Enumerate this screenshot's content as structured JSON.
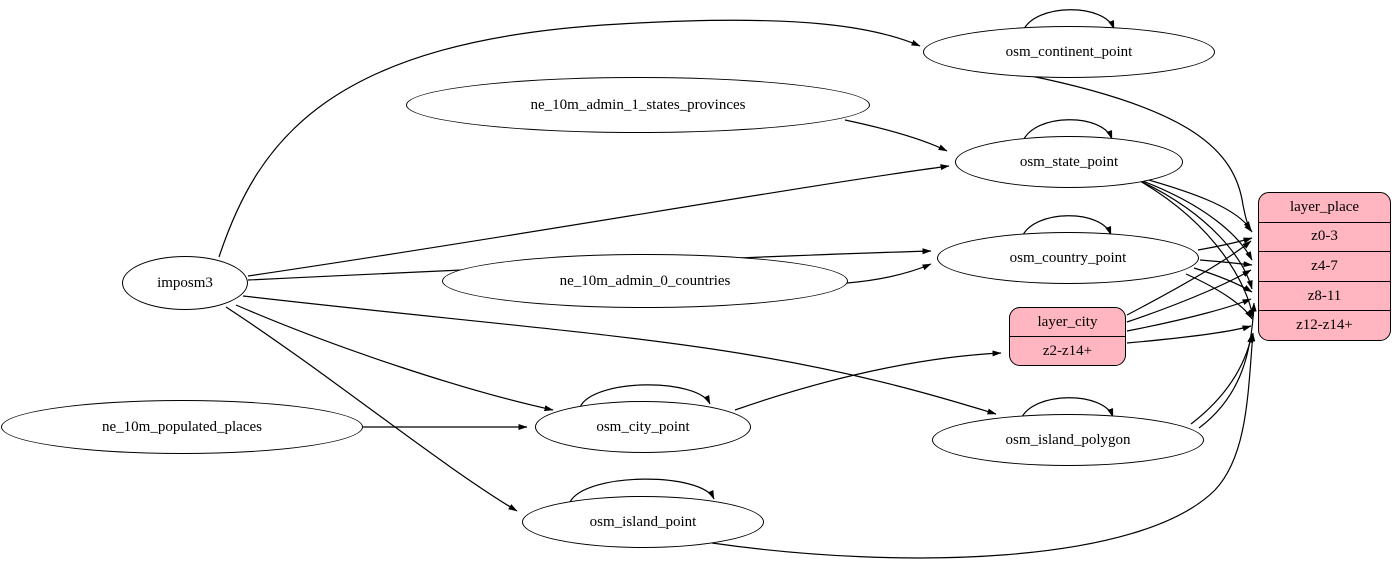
{
  "colors": {
    "background": "#ffffff",
    "node_fill": "#ffffff",
    "record_fill": "#ffb6c1",
    "edge": "#000000"
  },
  "nodes": {
    "imposm3": {
      "label": "imposm3"
    },
    "ne_10m_admin_1_states_provinces": {
      "label": "ne_10m_admin_1_states_provinces"
    },
    "ne_10m_admin_0_countries": {
      "label": "ne_10m_admin_0_countries"
    },
    "ne_10m_populated_places": {
      "label": "ne_10m_populated_places"
    },
    "osm_continent_point": {
      "label": "osm_continent_point"
    },
    "osm_state_point": {
      "label": "osm_state_point"
    },
    "osm_country_point": {
      "label": "osm_country_point"
    },
    "osm_city_point": {
      "label": "osm_city_point"
    },
    "osm_island_polygon": {
      "label": "osm_island_polygon"
    },
    "osm_island_point": {
      "label": "osm_island_point"
    }
  },
  "records": {
    "layer_city": {
      "title": "layer_city",
      "rows": [
        "z2-z14+"
      ]
    },
    "layer_place": {
      "title": "layer_place",
      "rows": [
        "z0-3",
        "z4-7",
        "z8-11",
        "z12-z14+"
      ]
    }
  },
  "edges": [
    {
      "from": "imposm3",
      "to": "osm_continent_point"
    },
    {
      "from": "imposm3",
      "to": "osm_state_point"
    },
    {
      "from": "imposm3",
      "to": "osm_country_point"
    },
    {
      "from": "imposm3",
      "to": "osm_city_point"
    },
    {
      "from": "imposm3",
      "to": "osm_island_polygon"
    },
    {
      "from": "imposm3",
      "to": "osm_island_point"
    },
    {
      "from": "ne_10m_admin_1_states_provinces",
      "to": "osm_state_point"
    },
    {
      "from": "ne_10m_admin_0_countries",
      "to": "osm_country_point"
    },
    {
      "from": "ne_10m_populated_places",
      "to": "osm_city_point"
    },
    {
      "from": "osm_continent_point",
      "to": "osm_continent_point"
    },
    {
      "from": "osm_state_point",
      "to": "osm_state_point"
    },
    {
      "from": "osm_country_point",
      "to": "osm_country_point"
    },
    {
      "from": "osm_city_point",
      "to": "osm_city_point"
    },
    {
      "from": "osm_island_polygon",
      "to": "osm_island_polygon"
    },
    {
      "from": "osm_island_point",
      "to": "osm_island_point"
    },
    {
      "from": "osm_continent_point",
      "to": "layer_place:z0-3"
    },
    {
      "from": "osm_state_point",
      "to": "layer_place:z0-3"
    },
    {
      "from": "osm_state_point",
      "to": "layer_place:z4-7"
    },
    {
      "from": "osm_state_point",
      "to": "layer_place:z8-11"
    },
    {
      "from": "osm_state_point",
      "to": "layer_place:z12-z14+"
    },
    {
      "from": "osm_country_point",
      "to": "layer_place:z0-3"
    },
    {
      "from": "osm_country_point",
      "to": "layer_place:z4-7"
    },
    {
      "from": "osm_country_point",
      "to": "layer_place:z8-11"
    },
    {
      "from": "osm_country_point",
      "to": "layer_place:z12-z14+"
    },
    {
      "from": "osm_city_point",
      "to": "layer_city:z2-z14+"
    },
    {
      "from": "layer_city",
      "to": "layer_place:z0-3"
    },
    {
      "from": "layer_city",
      "to": "layer_place:z4-7"
    },
    {
      "from": "layer_city",
      "to": "layer_place:z8-11"
    },
    {
      "from": "layer_city",
      "to": "layer_place:z12-z14+"
    },
    {
      "from": "osm_island_polygon",
      "to": "layer_place:z8-11"
    },
    {
      "from": "osm_island_polygon",
      "to": "layer_place:z12-z14+"
    },
    {
      "from": "osm_island_point",
      "to": "layer_place:z12-z14+"
    }
  ]
}
